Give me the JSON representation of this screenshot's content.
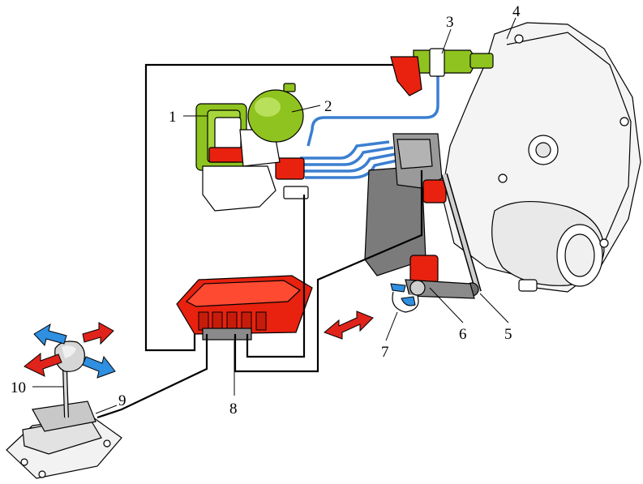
{
  "diagram": {
    "callouts": [
      {
        "id": "1",
        "text": "1"
      },
      {
        "id": "2",
        "text": "2"
      },
      {
        "id": "3",
        "text": "3"
      },
      {
        "id": "4",
        "text": "4"
      },
      {
        "id": "5",
        "text": "5"
      },
      {
        "id": "6",
        "text": "6"
      },
      {
        "id": "7",
        "text": "7"
      },
      {
        "id": "8",
        "text": "8"
      },
      {
        "id": "9",
        "text": "9"
      },
      {
        "id": "10",
        "text": "10"
      }
    ],
    "colors": {
      "actuator_component": "#e8220f",
      "hydraulic_component": "#8fc31f",
      "hydraulic_line": "#3b7fd0",
      "arrow_blue": "#2f8fe0",
      "arrow_red": "#e0231b",
      "housing_grey": "#7b7b7b",
      "casing_light": "#f4f4f4"
    }
  }
}
